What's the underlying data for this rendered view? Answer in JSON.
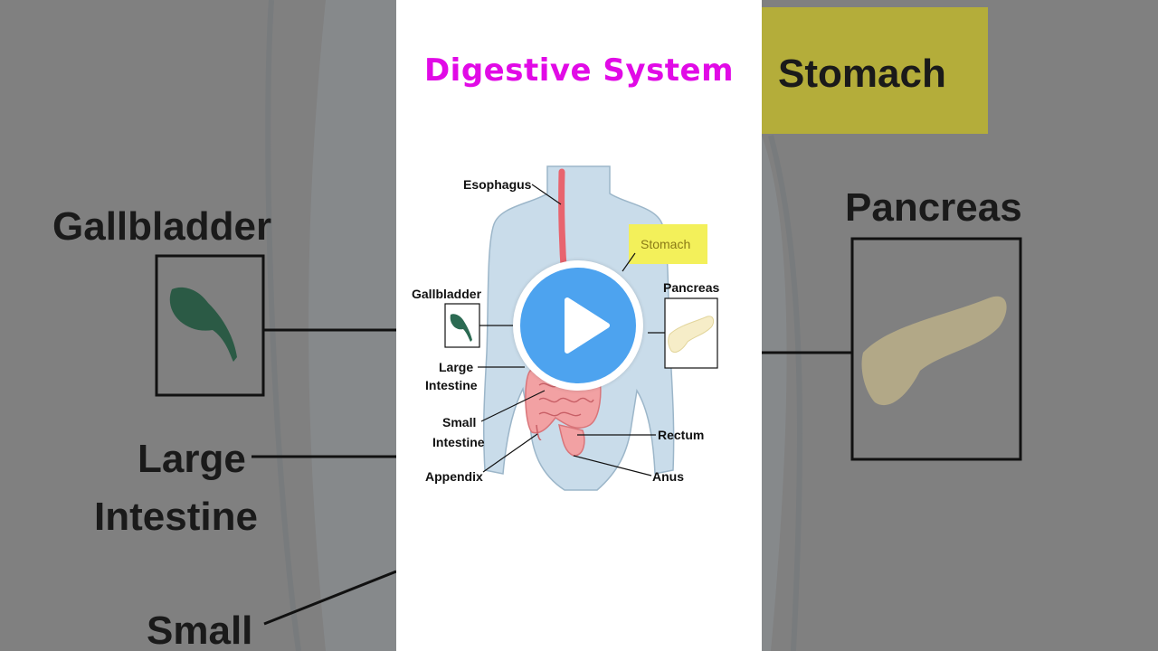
{
  "title": "Digestive System",
  "labels": {
    "esophagus": "Esophagus",
    "stomach": "Stomach",
    "gallbladder": "Gallbladder",
    "pancreas": "Pancreas",
    "large_1": "Large",
    "large_2": "Intestine",
    "small_1": "Small",
    "small_2": "Intestine",
    "rectum": "Rectum",
    "appendix": "Appendix",
    "anus": "Anus"
  },
  "background_left": {
    "gallbladder": "Gallbladder",
    "large_1": "Large",
    "large_2": "Intestine",
    "small": "Small"
  },
  "background_right": {
    "stomach": "Stomach",
    "pancreas": "Pancreas"
  },
  "colors": {
    "title": "#e10ae6",
    "body": "#c9dcea",
    "esophagus": "#e8646e",
    "intestine": "#f2a1a3",
    "highlight": "#f3f05a",
    "play": "#4da3ef"
  },
  "play_button": {
    "icon": "play-icon"
  }
}
